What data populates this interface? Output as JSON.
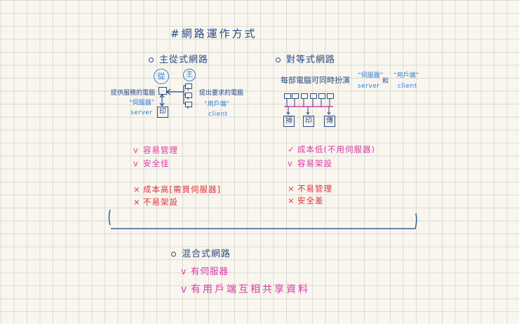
{
  "title": "#網路運作方式",
  "client_server": {
    "heading": "主從式網路",
    "server_circle": "從",
    "client_circle": "主",
    "server_desc": "提供服務的電腦",
    "server_name": "“伺服器”",
    "server_en": "server",
    "client_desc": "提出要求的電腦",
    "client_name": "“用戶端”",
    "client_en": "client",
    "printer_label": "印",
    "pros": [
      "容易管理",
      "安全佳"
    ],
    "cons": [
      "成本高[需買伺服器]",
      "不易架設"
    ]
  },
  "peer_to_peer": {
    "heading": "對等式網路",
    "desc": "每部電腦可同時扮演",
    "server_name": "“伺服器”",
    "and": "和",
    "client_name": "“用戶端”",
    "server_en": "server",
    "client_en": "client",
    "devices": [
      "掃",
      "印",
      "傳"
    ],
    "pros": [
      "成本低(不用伺服器)",
      "容易架設"
    ],
    "cons": [
      "不易管理",
      "安全差"
    ]
  },
  "hybrid": {
    "heading": "混合式網路",
    "points": [
      "有伺服器",
      "有用戶端互相共享資料"
    ]
  },
  "marks": {
    "check": "v",
    "check_alt": "✓",
    "cross": "×"
  },
  "colors": {
    "navy": "#2c4a86",
    "blue": "#2f7fd6",
    "pink": "#d93aa6",
    "red": "#e0303a",
    "paper": "#f8f6ee"
  }
}
